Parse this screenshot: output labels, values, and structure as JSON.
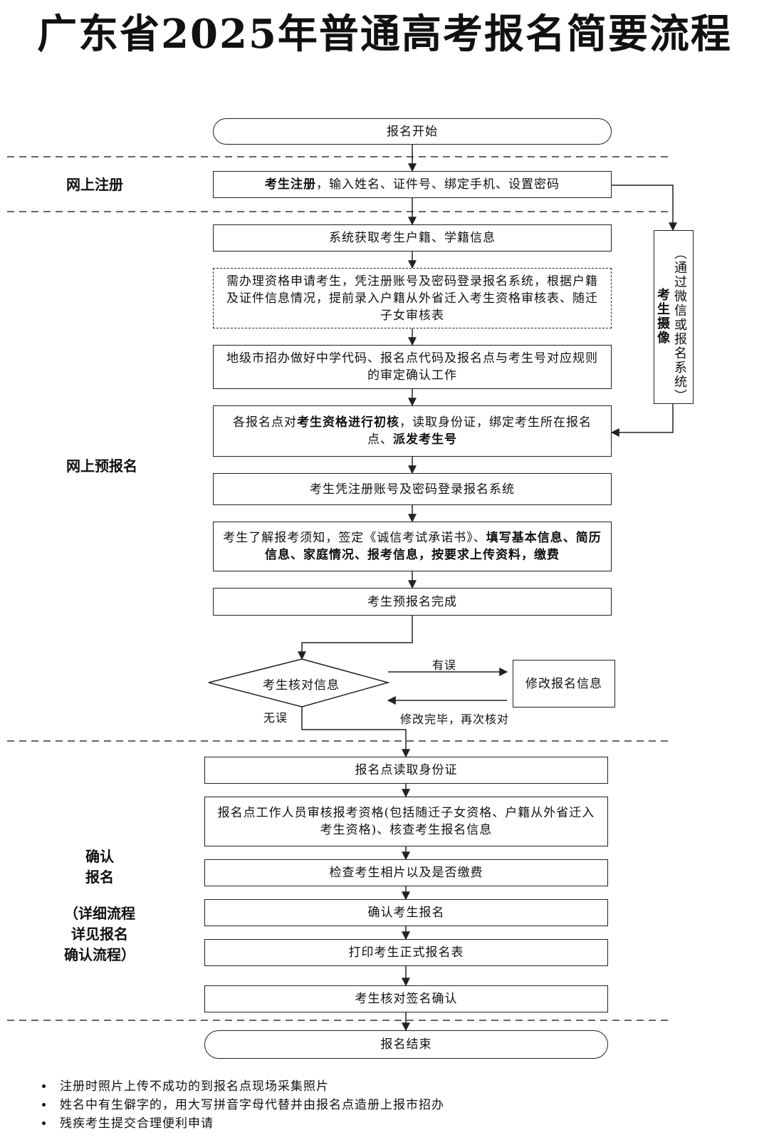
{
  "title": "广东省2025年普通高考报名简要流程",
  "stages": {
    "register": "网上注册",
    "pre_register": "网上预报名",
    "confirm_l1": "确认",
    "confirm_l2": "报名",
    "confirm_note_l1": "（详细流程",
    "confirm_note_l2": "详见报名",
    "confirm_note_l3": "确认流程）"
  },
  "nodes": {
    "start": "报名开始",
    "register_bold": "考生注册",
    "register_rest": "，输入姓名、证件号、绑定手机、设置密码",
    "fetch_info": "系统获取考生户籍、学籍信息",
    "qualification": "需办理资格申请考生，凭注册账号及密码登录报名系统，根据户籍及证件信息情况，提前录入户籍从外省迁入考生资格审核表、随迁子女审核表",
    "city_work": "地级市招办做好中学代码、报名点代码及报名点与考生号对应规则的审定确认工作",
    "initial_check_p1": "各报名点对",
    "initial_check_b1": "考生资格进行初核",
    "initial_check_p2": "，读取身份证，绑定考生所在报名点、",
    "initial_check_b2": "派发考生号",
    "login": "考生凭注册账号及密码登录报名系统",
    "fill_p1": "考生了解报考须知，签定《诚信考试承诺书》、",
    "fill_b1": "填写基本信息、简历信息、家庭情况、报考信息，按要求上传资料，缴费",
    "pre_done": "考生预报名完成",
    "verify": "考生核对信息",
    "modify": "修改报名信息",
    "read_id": "报名点读取身份证",
    "staff_review": "报名点工作人员审核报考资格(包括随迁子女资格、户籍从外省迁入考生资格)、核查考生报名信息",
    "photo_fee": "检查考生相片以及是否缴费",
    "confirm": "确认考生报名",
    "print": "打印考生正式报名表",
    "sign": "考生核对签名确认",
    "end": "报名结束"
  },
  "side": {
    "camera": "考生摄像",
    "camera_note": "（通过微信或报名系统）"
  },
  "edges": {
    "error": "有误",
    "no_error": "无误",
    "recheck": "修改完毕，再次核对"
  },
  "notes": [
    "注册时照片上传不成功的到报名点现场采集照片",
    "姓名中有生僻字的，用大写拼音字母代替并由报名点造册上报市招办",
    "残疾考生提交合理便利申请"
  ]
}
